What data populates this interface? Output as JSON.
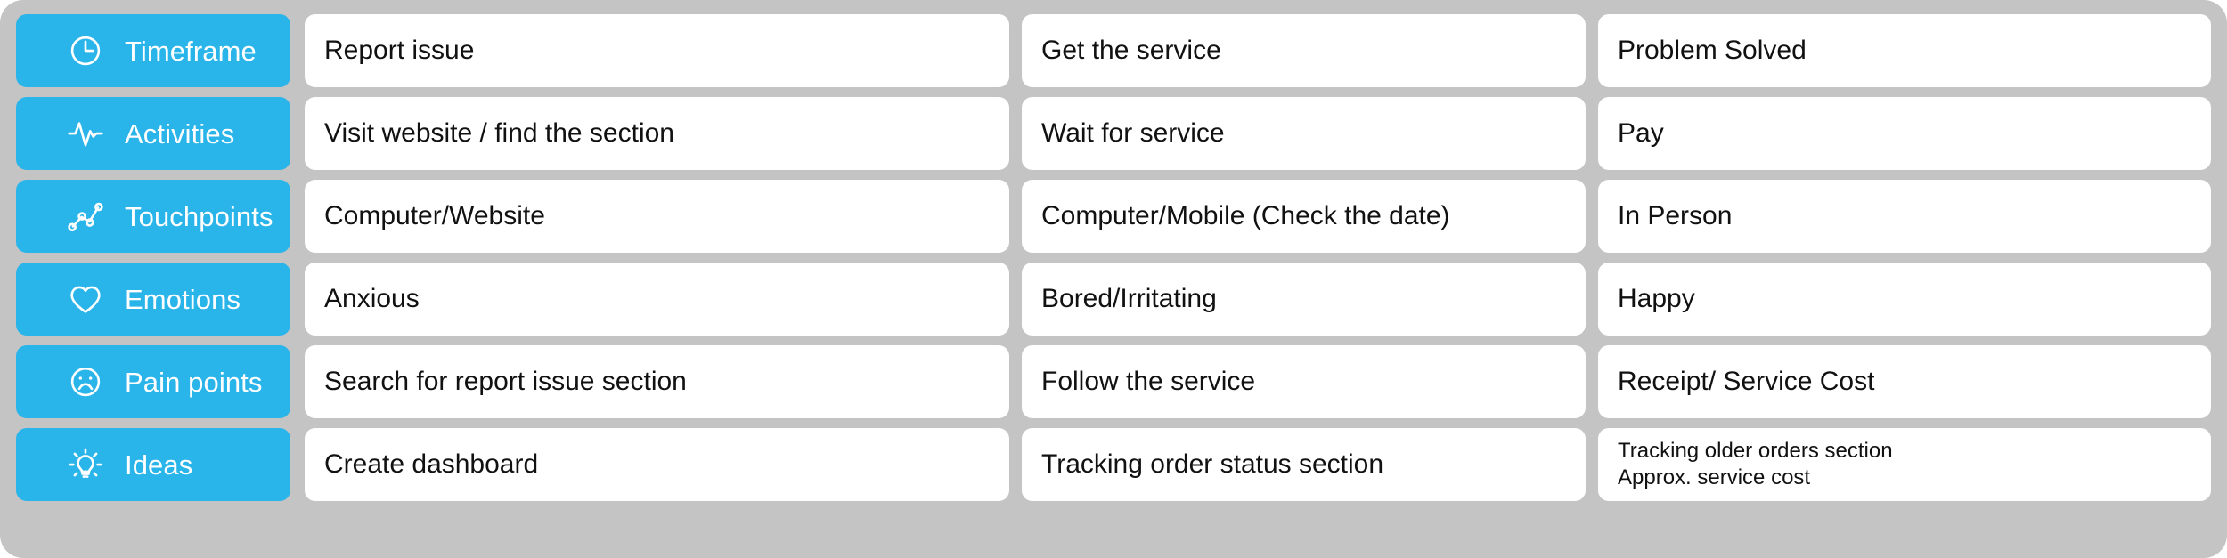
{
  "board": {
    "background_color": "#c4c4c4",
    "accent_color": "#29b4ea",
    "card_color": "#ffffff",
    "text_color": "#111111"
  },
  "rows": [
    {
      "id": "timeframe",
      "label": "Timeframe",
      "icon": "clock-icon",
      "cells": [
        {
          "text": "Report issue",
          "small": false
        },
        {
          "text": "Get the service",
          "small": false
        },
        {
          "text": "Problem Solved",
          "small": false
        }
      ]
    },
    {
      "id": "activities",
      "label": "Activities",
      "icon": "pulse-icon",
      "cells": [
        {
          "text": "Visit website / find the section",
          "small": false
        },
        {
          "text": "Wait for service",
          "small": false
        },
        {
          "text": "Pay",
          "small": false
        }
      ]
    },
    {
      "id": "touchpoints",
      "label": "Touchpoints",
      "icon": "line-chart-dots-icon",
      "cells": [
        {
          "text": "Computer/Website",
          "small": false
        },
        {
          "text": "Computer/Mobile (Check the date)",
          "small": false
        },
        {
          "text": "In Person",
          "small": false
        }
      ]
    },
    {
      "id": "emotions",
      "label": "Emotions",
      "icon": "heart-icon",
      "cells": [
        {
          "text": "Anxious",
          "small": false
        },
        {
          "text": "Bored/Irritating",
          "small": false
        },
        {
          "text": "Happy",
          "small": false
        }
      ]
    },
    {
      "id": "pain-points",
      "label": "Pain points",
      "icon": "sad-face-icon",
      "cells": [
        {
          "text": "Search for report issue section",
          "small": false
        },
        {
          "text": "Follow the service",
          "small": false
        },
        {
          "text": "Receipt/ Service Cost",
          "small": false
        }
      ]
    },
    {
      "id": "ideas",
      "label": "Ideas",
      "icon": "lightbulb-icon",
      "cells": [
        {
          "text": "Create dashboard",
          "small": false
        },
        {
          "text": "Tracking order status section",
          "small": false
        },
        {
          "text": "Tracking older orders section\nApprox. service cost",
          "small": true
        }
      ]
    }
  ]
}
